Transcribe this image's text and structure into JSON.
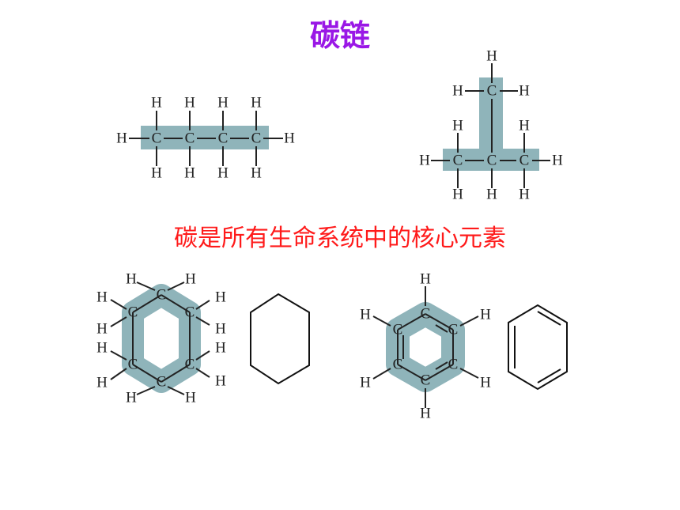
{
  "title": "碳链",
  "subtitle": "碳是所有生命系统中的核心元素",
  "atoms": {
    "carbon": "C",
    "hydrogen": "H"
  },
  "colors": {
    "title": "#9a17e6",
    "subtitle": "#ff1a1a",
    "highlight": "#8fb4ba",
    "ink": "#222222"
  }
}
